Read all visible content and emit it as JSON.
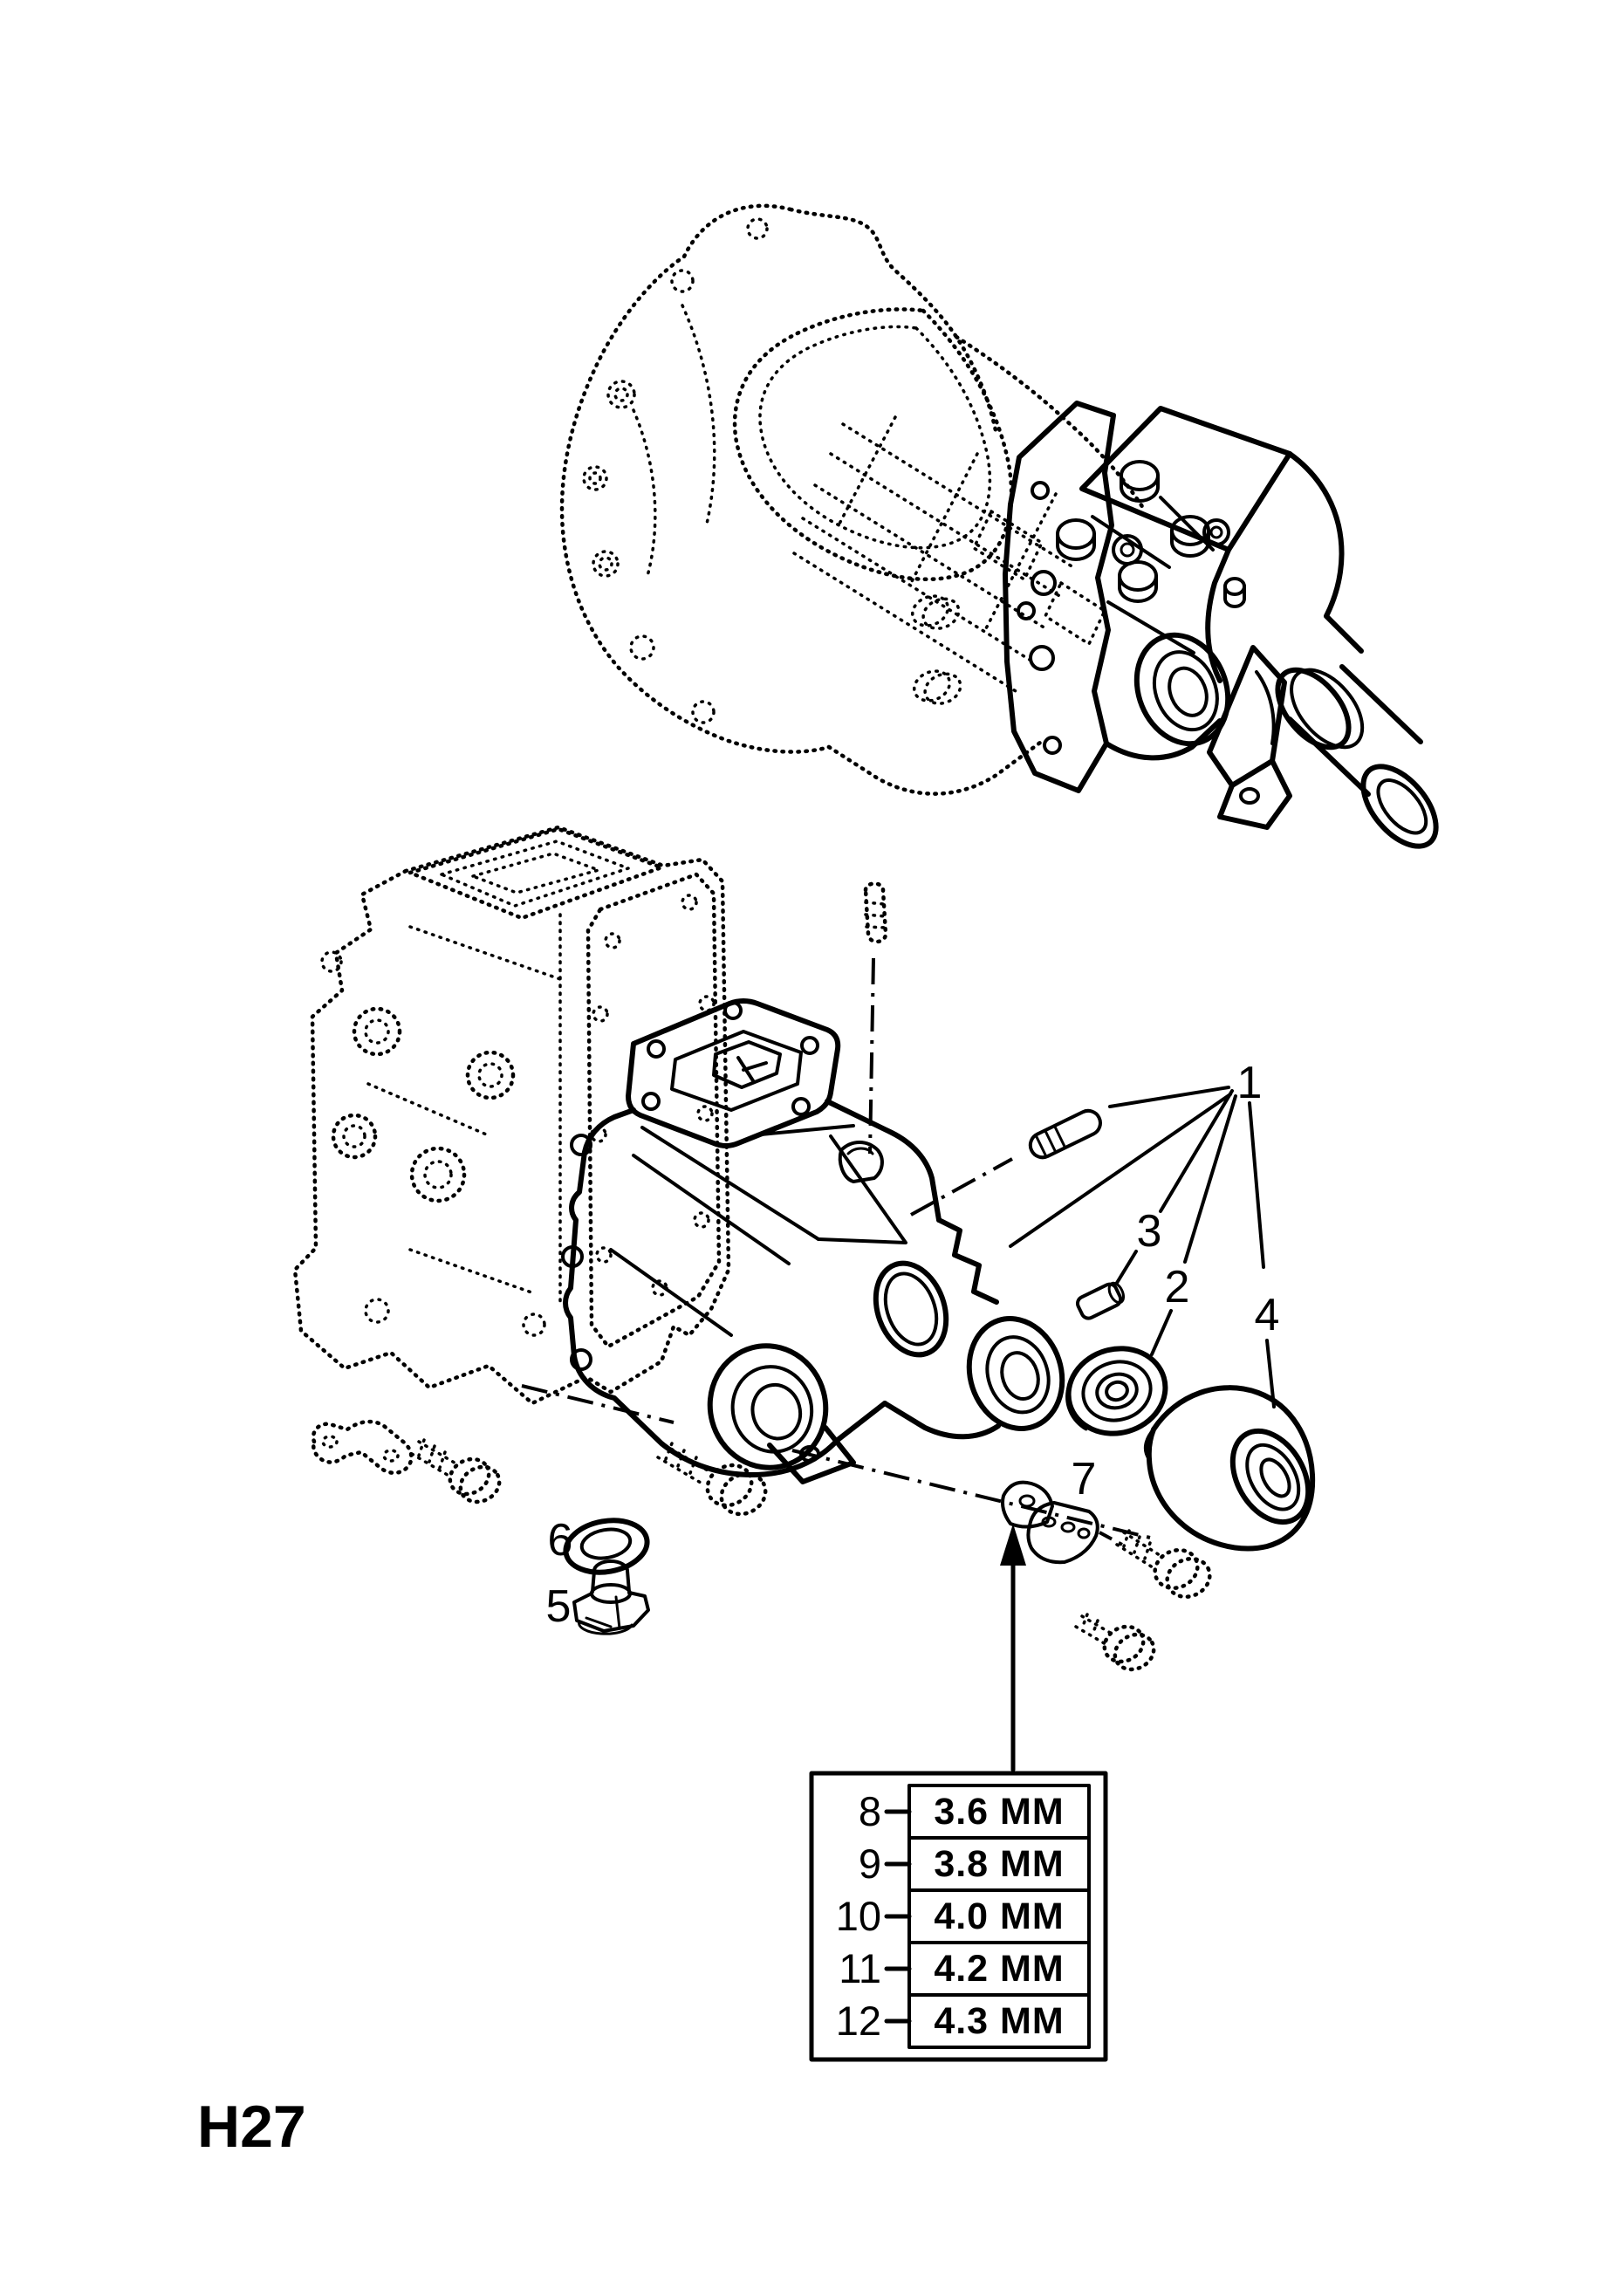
{
  "page": {
    "code": "H27"
  },
  "colors": {
    "ink": "#000000",
    "paper": "#ffffff"
  },
  "icons": {
    "shim_selector_arrow": "up-arrow"
  },
  "callouts": {
    "c1": "1",
    "c2": "2",
    "c3": "3",
    "c4": "4",
    "c5": "5",
    "c6": "6",
    "c7": "7"
  },
  "shim_table": {
    "rows": [
      {
        "ref": "8",
        "value": "3.6 MM"
      },
      {
        "ref": "9",
        "value": "3.8 MM"
      },
      {
        "ref": "10",
        "value": "4.0 MM"
      },
      {
        "ref": "11",
        "value": "4.2 MM"
      },
      {
        "ref": "12",
        "value": "4.3 MM"
      }
    ]
  }
}
